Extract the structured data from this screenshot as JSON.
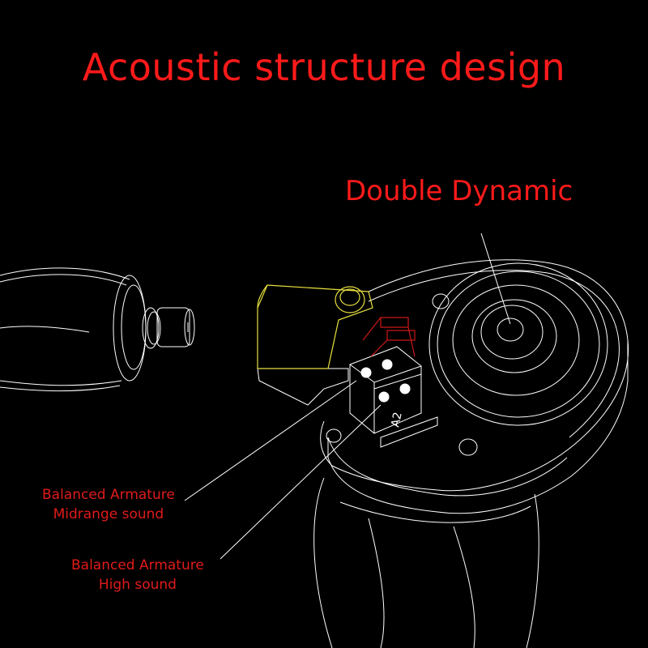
{
  "title": "Acoustic structure design",
  "callouts": {
    "double_dynamic": "Double Dynamic",
    "ba_mid_line1": "Balanced Armature",
    "ba_mid_line2": "Midrange sound",
    "ba_high_line1": "Balanced Armature",
    "ba_high_line2": "High sound"
  },
  "part_label": "A2",
  "colors": {
    "background": "#000000",
    "text_accent": "#ff1a1a",
    "outline": "#ffffff",
    "nozzle_outline": "#e8e040",
    "armature_accent": "#d01818"
  }
}
